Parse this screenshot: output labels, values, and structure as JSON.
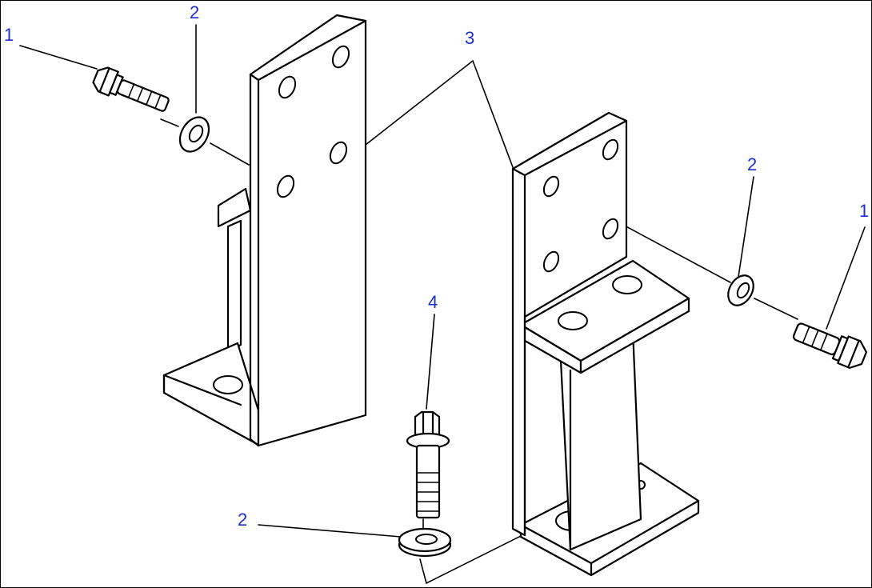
{
  "colors": {
    "callout": "#1a2fd6",
    "line": "#000000",
    "background": "#ffffff"
  },
  "callouts": [
    {
      "id": "c1",
      "label": "1"
    },
    {
      "id": "c2",
      "label": "2"
    },
    {
      "id": "c3",
      "label": "3"
    },
    {
      "id": "c4",
      "label": "4"
    },
    {
      "id": "c5",
      "label": "2"
    },
    {
      "id": "c6",
      "label": "1"
    },
    {
      "id": "c7",
      "label": "2"
    }
  ]
}
